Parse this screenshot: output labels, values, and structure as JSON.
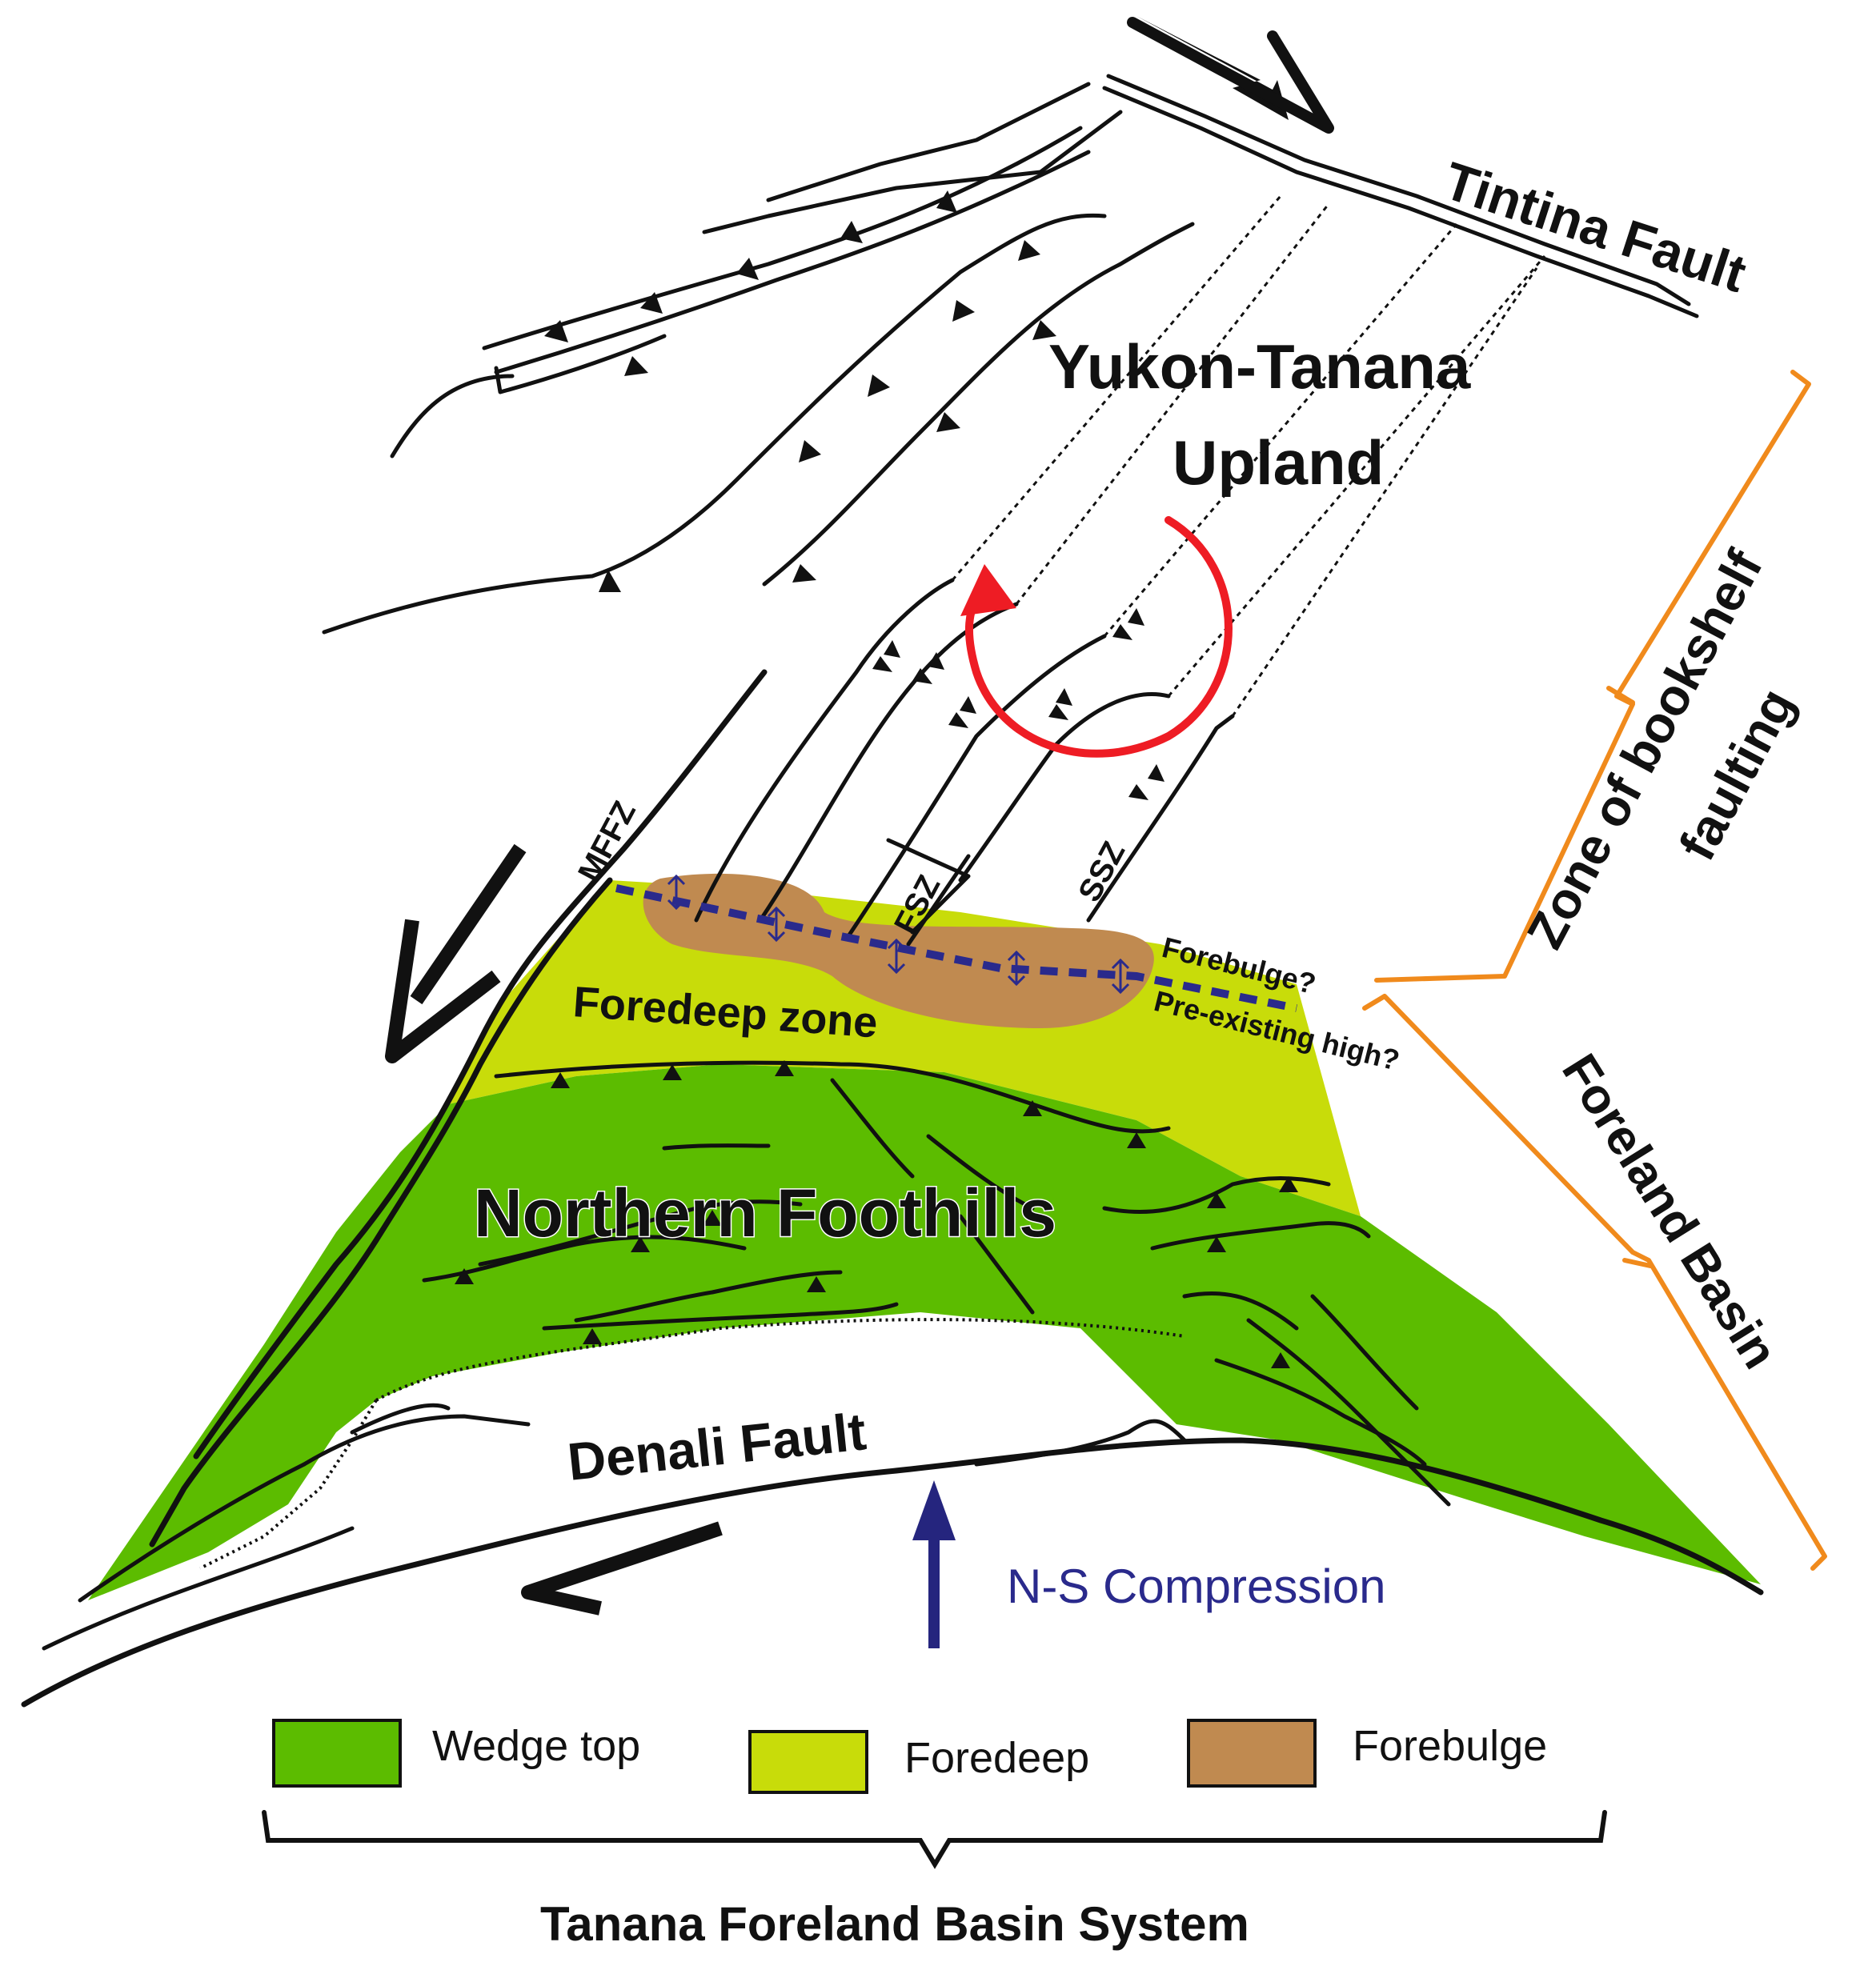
{
  "labels": {
    "tintina_fault": "Tintina Fault",
    "yukon_tanana_line1": "Yukon-Tanana",
    "yukon_tanana_line2": "Upland",
    "zone_bookshelf_line1": "Zone of bookshelf",
    "zone_bookshelf_line2": "faulting",
    "foreland_basin": "Foreland Basin",
    "mffz": "MFFZ",
    "fsz": "FSZ",
    "ssz": "SSZ",
    "forebulge_q": "Forebulge?",
    "preexisting_q": "Pre-existing high?",
    "foredeep_zone": "Foredeep zone",
    "northern_foothills": "Northern Foothills",
    "denali_fault": "Denali Fault",
    "ns_compression": "N-S Compression",
    "system_title": "Tanana Foreland Basin System"
  },
  "legend": [
    {
      "label": "Wedge top",
      "color": "#5cbc00"
    },
    {
      "label": "Foredeep",
      "color": "#c8dc0a"
    },
    {
      "label": "Forebulge",
      "color": "#c08a50"
    }
  ],
  "colors": {
    "wedge_top": "#5cbc00",
    "foredeep": "#c8dc0a",
    "forebulge": "#c08a50",
    "bracket": "#f08a1c",
    "compression_arrow": "#25257e",
    "rotation_arrow": "#ee1c24",
    "forebulge_axis": "#2a2a8c"
  }
}
